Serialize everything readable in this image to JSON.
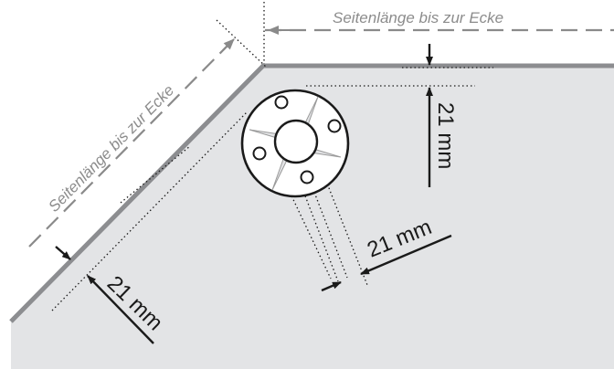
{
  "labels": {
    "side_length_top": "Seitenlänge bis zur Ecke",
    "side_length_diagonal": "Seitenlänge bis zur Ecke",
    "dim_edge_vertical": "21 mm",
    "dim_flange": "21 mm",
    "dim_edge_diagonal": "21 mm"
  },
  "colors": {
    "plate_fill": "#e3e4e6",
    "plate_edge": "#8c8d90",
    "dimension": "#1a1a1a",
    "reference_line": "#8a8a8a",
    "label_gray": "#8c8c8c",
    "label_dark": "#1a1a1a"
  }
}
